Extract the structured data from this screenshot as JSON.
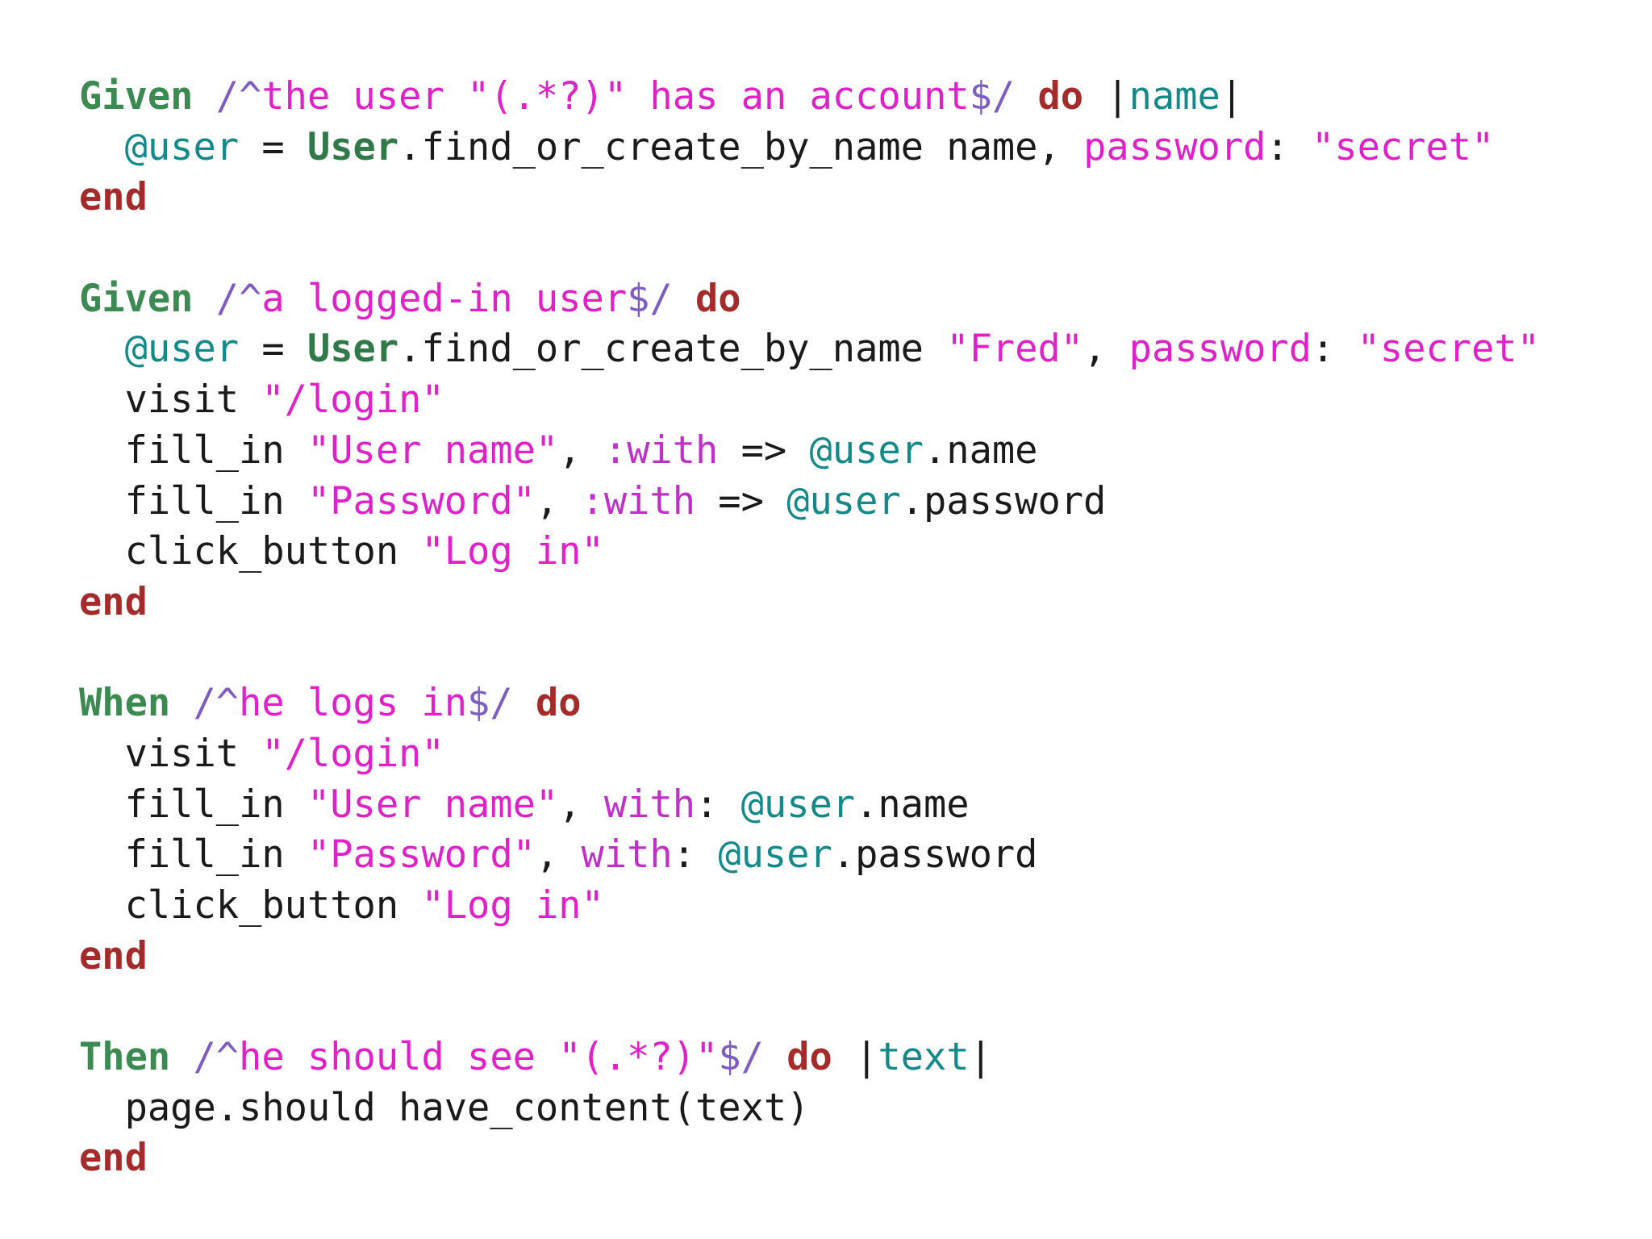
{
  "colors": {
    "keyword_step": "#3a8a52",
    "keyword_do_end": "#a52a2a",
    "regex_delim": "#7d5cc4",
    "string": "#e020c8",
    "ivar": "#138a8a",
    "constant": "#2f7a48",
    "block_param": "#138a8a",
    "symbol": "#c030c8",
    "plain": "#1a1a1a"
  },
  "code": {
    "lines": [
      [
        {
          "t": "Given",
          "c": "keyword_step",
          "k": "kw"
        },
        {
          "t": " ",
          "c": "plain"
        },
        {
          "t": "/^",
          "c": "regex_delim"
        },
        {
          "t": "the user \"(.*?)\" has an account",
          "c": "string"
        },
        {
          "t": "$/",
          "c": "regex_delim"
        },
        {
          "t": " ",
          "c": "plain"
        },
        {
          "t": "do",
          "c": "keyword_do_end",
          "k": "kw"
        },
        {
          "t": " |",
          "c": "plain"
        },
        {
          "t": "name",
          "c": "block_param"
        },
        {
          "t": "|",
          "c": "plain"
        }
      ],
      [
        {
          "t": "  ",
          "c": "plain"
        },
        {
          "t": "@user",
          "c": "ivar"
        },
        {
          "t": " = ",
          "c": "plain"
        },
        {
          "t": "User",
          "c": "constant",
          "k": "const"
        },
        {
          "t": ".find_or_create_by_name name, ",
          "c": "plain"
        },
        {
          "t": "password",
          "c": "string"
        },
        {
          "t": ": ",
          "c": "plain"
        },
        {
          "t": "\"secret\"",
          "c": "string"
        }
      ],
      [
        {
          "t": "end",
          "c": "keyword_do_end",
          "k": "kw"
        }
      ],
      [],
      [
        {
          "t": "Given",
          "c": "keyword_step",
          "k": "kw"
        },
        {
          "t": " ",
          "c": "plain"
        },
        {
          "t": "/^",
          "c": "regex_delim"
        },
        {
          "t": "a logged-in user",
          "c": "string"
        },
        {
          "t": "$/",
          "c": "regex_delim"
        },
        {
          "t": " ",
          "c": "plain"
        },
        {
          "t": "do",
          "c": "keyword_do_end",
          "k": "kw"
        }
      ],
      [
        {
          "t": "  ",
          "c": "plain"
        },
        {
          "t": "@user",
          "c": "ivar"
        },
        {
          "t": " = ",
          "c": "plain"
        },
        {
          "t": "User",
          "c": "constant",
          "k": "const"
        },
        {
          "t": ".find_or_create_by_name ",
          "c": "plain"
        },
        {
          "t": "\"Fred\"",
          "c": "string"
        },
        {
          "t": ", ",
          "c": "plain"
        },
        {
          "t": "password",
          "c": "string"
        },
        {
          "t": ": ",
          "c": "plain"
        },
        {
          "t": "\"secret\"",
          "c": "string"
        }
      ],
      [
        {
          "t": "  visit ",
          "c": "plain"
        },
        {
          "t": "\"/login\"",
          "c": "string"
        }
      ],
      [
        {
          "t": "  fill_in ",
          "c": "plain"
        },
        {
          "t": "\"User name\"",
          "c": "string"
        },
        {
          "t": ", ",
          "c": "plain"
        },
        {
          "t": ":with",
          "c": "symbol"
        },
        {
          "t": " => ",
          "c": "plain"
        },
        {
          "t": "@user",
          "c": "ivar"
        },
        {
          "t": ".name",
          "c": "plain"
        }
      ],
      [
        {
          "t": "  fill_in ",
          "c": "plain"
        },
        {
          "t": "\"Password\"",
          "c": "string"
        },
        {
          "t": ", ",
          "c": "plain"
        },
        {
          "t": ":with",
          "c": "symbol"
        },
        {
          "t": " => ",
          "c": "plain"
        },
        {
          "t": "@user",
          "c": "ivar"
        },
        {
          "t": ".password",
          "c": "plain"
        }
      ],
      [
        {
          "t": "  click_button ",
          "c": "plain"
        },
        {
          "t": "\"Log in\"",
          "c": "string"
        }
      ],
      [
        {
          "t": "end",
          "c": "keyword_do_end",
          "k": "kw"
        }
      ],
      [],
      [
        {
          "t": "When",
          "c": "keyword_step",
          "k": "kw"
        },
        {
          "t": " ",
          "c": "plain"
        },
        {
          "t": "/^",
          "c": "regex_delim"
        },
        {
          "t": "he logs in",
          "c": "string"
        },
        {
          "t": "$/",
          "c": "regex_delim"
        },
        {
          "t": " ",
          "c": "plain"
        },
        {
          "t": "do",
          "c": "keyword_do_end",
          "k": "kw"
        }
      ],
      [
        {
          "t": "  visit ",
          "c": "plain"
        },
        {
          "t": "\"/login\"",
          "c": "string"
        }
      ],
      [
        {
          "t": "  fill_in ",
          "c": "plain"
        },
        {
          "t": "\"User name\"",
          "c": "string"
        },
        {
          "t": ", ",
          "c": "plain"
        },
        {
          "t": "with",
          "c": "symbol"
        },
        {
          "t": ": ",
          "c": "plain"
        },
        {
          "t": "@user",
          "c": "ivar"
        },
        {
          "t": ".name",
          "c": "plain"
        }
      ],
      [
        {
          "t": "  fill_in ",
          "c": "plain"
        },
        {
          "t": "\"Password\"",
          "c": "string"
        },
        {
          "t": ", ",
          "c": "plain"
        },
        {
          "t": "with",
          "c": "symbol"
        },
        {
          "t": ": ",
          "c": "plain"
        },
        {
          "t": "@user",
          "c": "ivar"
        },
        {
          "t": ".password",
          "c": "plain"
        }
      ],
      [
        {
          "t": "  click_button ",
          "c": "plain"
        },
        {
          "t": "\"Log in\"",
          "c": "string"
        }
      ],
      [
        {
          "t": "end",
          "c": "keyword_do_end",
          "k": "kw"
        }
      ],
      [],
      [
        {
          "t": "Then",
          "c": "keyword_step",
          "k": "kw"
        },
        {
          "t": " ",
          "c": "plain"
        },
        {
          "t": "/^",
          "c": "regex_delim"
        },
        {
          "t": "he should see \"(.*?)\"",
          "c": "string"
        },
        {
          "t": "$/",
          "c": "regex_delim"
        },
        {
          "t": " ",
          "c": "plain"
        },
        {
          "t": "do",
          "c": "keyword_do_end",
          "k": "kw"
        },
        {
          "t": " |",
          "c": "plain"
        },
        {
          "t": "text",
          "c": "block_param"
        },
        {
          "t": "|",
          "c": "plain"
        }
      ],
      [
        {
          "t": "  page.should have_content(text)",
          "c": "plain"
        }
      ],
      [
        {
          "t": "end",
          "c": "keyword_do_end",
          "k": "kw"
        }
      ]
    ]
  }
}
